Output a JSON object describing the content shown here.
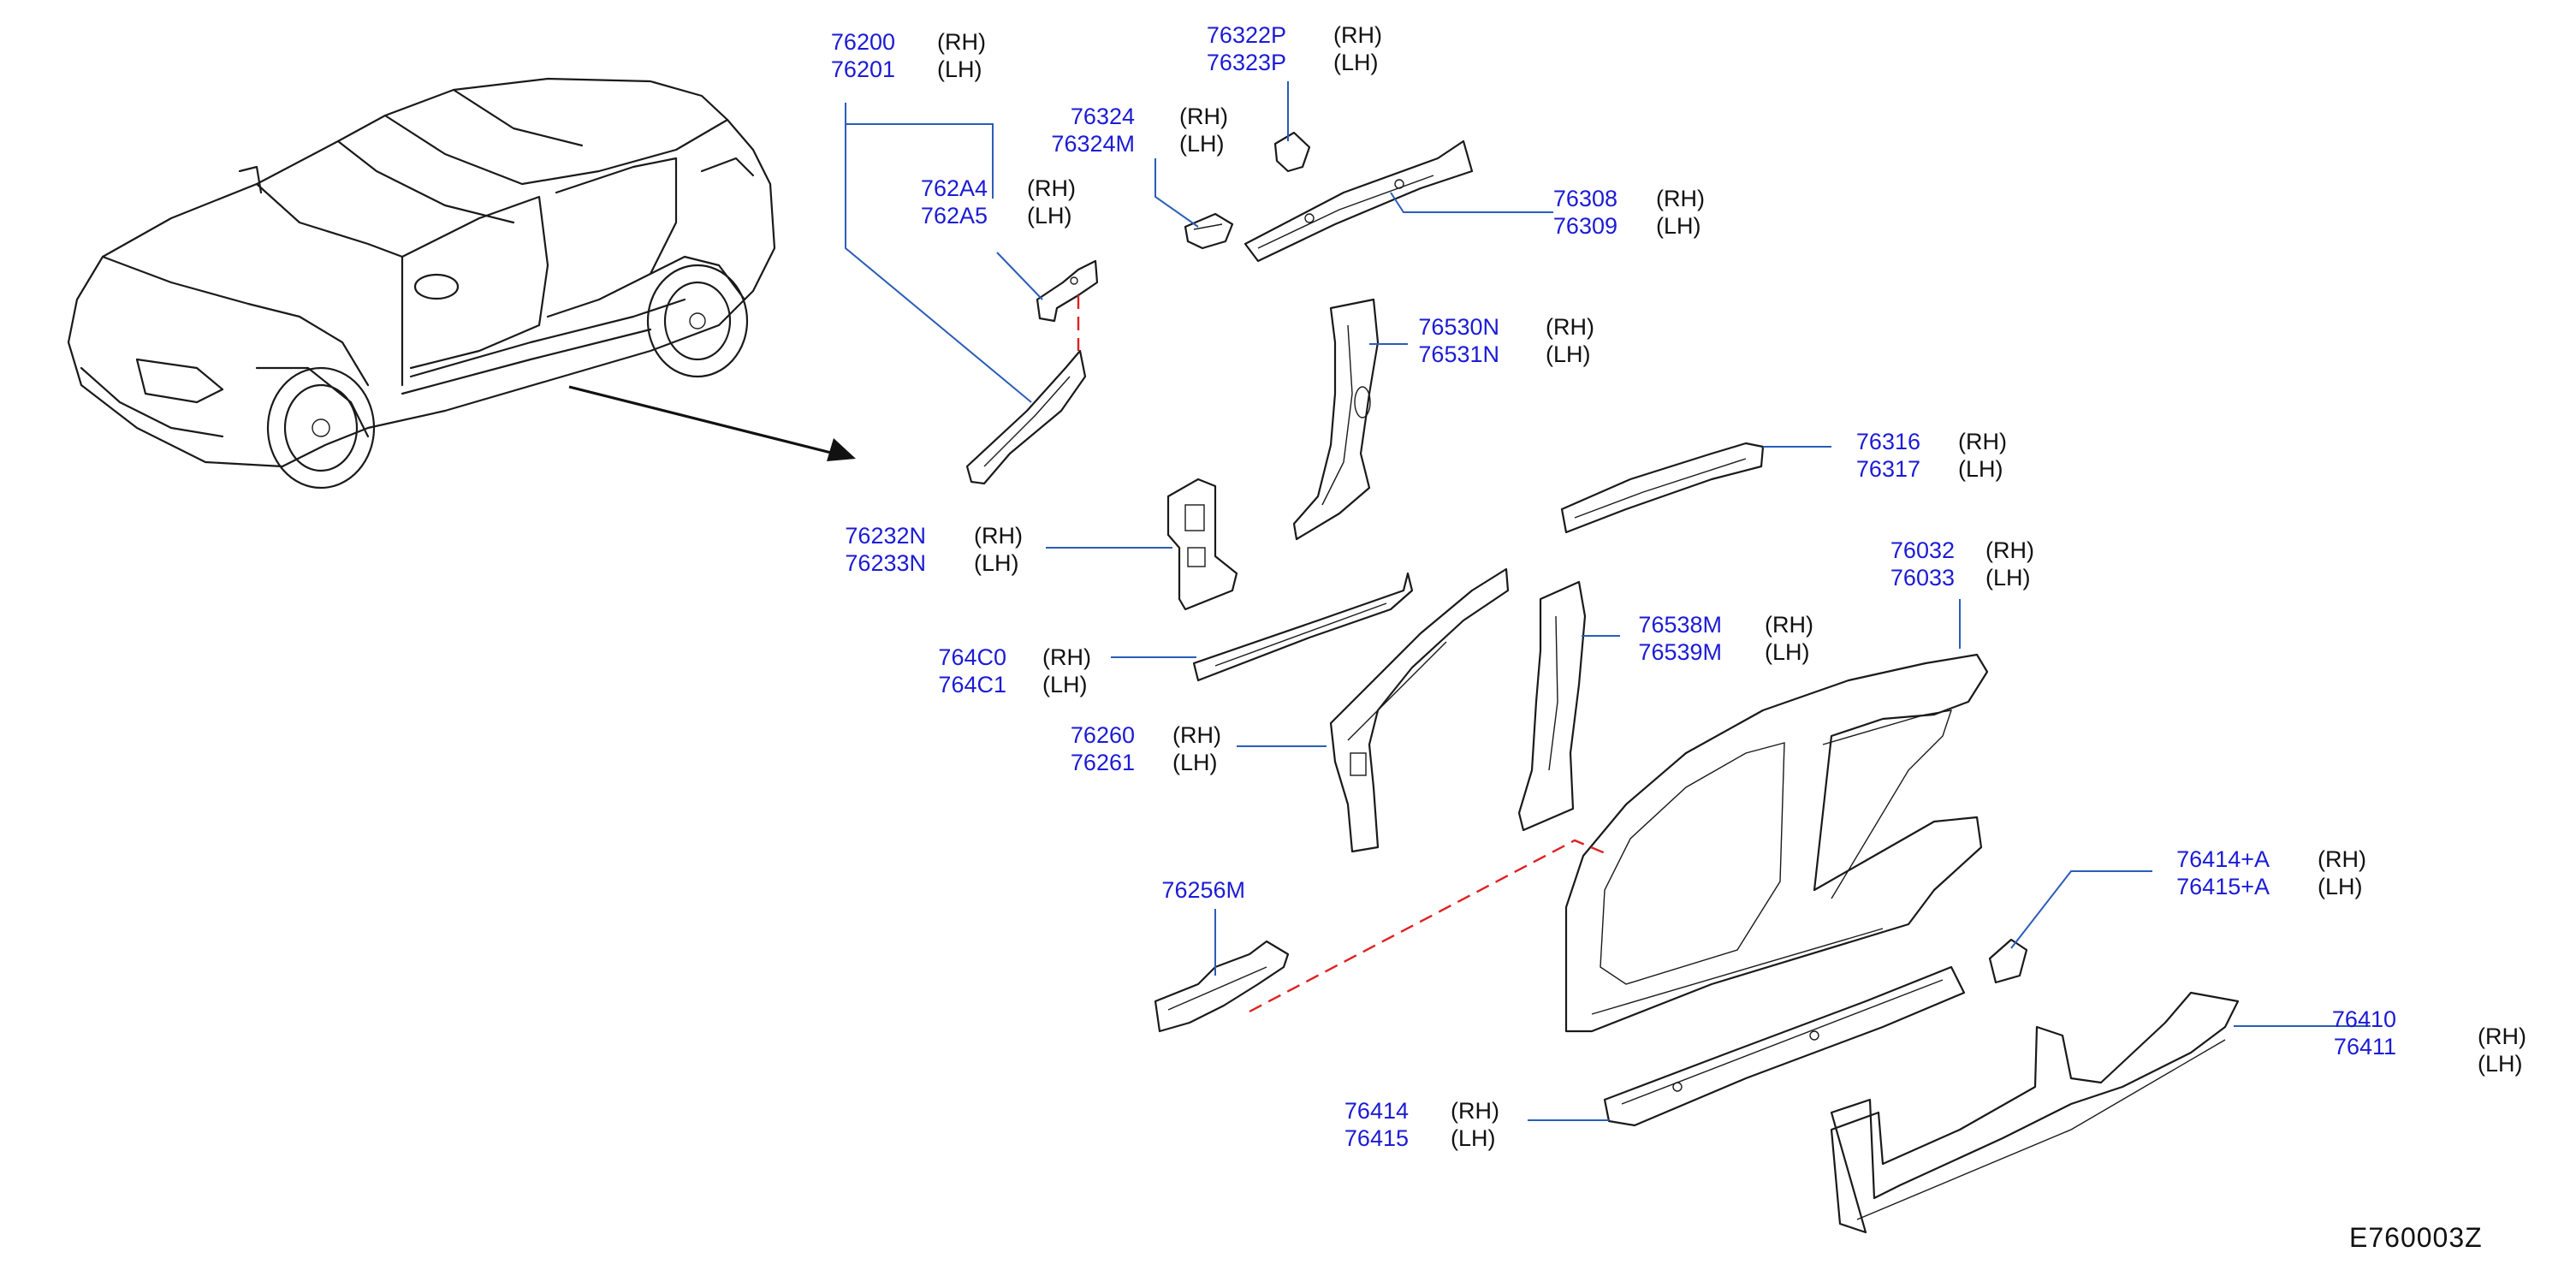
{
  "diagram_code": "E760003Z",
  "colors": {
    "part_number": "#1b1bd6",
    "leader": "#2a5db8",
    "guide": "#e02020",
    "outline": "#1a1a1a"
  },
  "callouts": [
    {
      "id": "roof-rail-pillar",
      "numbers": [
        "76200",
        "76201"
      ],
      "sides": [
        "(RH)",
        "(LH)"
      ]
    },
    {
      "id": "roof-bracket-small",
      "numbers": [
        "76322P",
        "76323P"
      ],
      "sides": [
        "(RH)",
        "(LH)"
      ]
    },
    {
      "id": "roof-bracket",
      "numbers": [
        "76324",
        "76324M"
      ],
      "sides": [
        "(RH)",
        "(LH)"
      ]
    },
    {
      "id": "front-pillar-bracket",
      "numbers": [
        "762A4",
        "762A5"
      ],
      "sides": [
        "(RH)",
        "(LH)"
      ]
    },
    {
      "id": "roof-rail-inner",
      "numbers": [
        "76308",
        "76309"
      ],
      "sides": [
        "(RH)",
        "(LH)"
      ]
    },
    {
      "id": "center-pillar-inner",
      "numbers": [
        "76530N",
        "76531N"
      ],
      "sides": [
        "(RH)",
        "(LH)"
      ]
    },
    {
      "id": "rear-roof-rail",
      "numbers": [
        "76316",
        "76317"
      ],
      "sides": [
        "(RH)",
        "(LH)"
      ]
    },
    {
      "id": "front-pillar-lower-reinf",
      "numbers": [
        "76232N",
        "76233N"
      ],
      "sides": [
        "(RH)",
        "(LH)"
      ]
    },
    {
      "id": "body-side-outer",
      "numbers": [
        "76032",
        "76033"
      ],
      "sides": [
        "(RH)",
        "(LH)"
      ]
    },
    {
      "id": "center-pillar-reinf",
      "numbers": [
        "76538M",
        "76539M"
      ],
      "sides": [
        "(RH)",
        "(LH)"
      ]
    },
    {
      "id": "sill-reinf",
      "numbers": [
        "764C0",
        "764C1"
      ],
      "sides": [
        "(RH)",
        "(LH)"
      ]
    },
    {
      "id": "front-pillar-inner",
      "numbers": [
        "76260",
        "76261"
      ],
      "sides": [
        "(RH)",
        "(LH)"
      ]
    },
    {
      "id": "sill-bracket-rear",
      "numbers": [
        "76414+A",
        "76415+A"
      ],
      "sides": [
        "(RH)",
        "(LH)"
      ]
    },
    {
      "id": "hinge-bracket",
      "numbers": [
        "76256M"
      ],
      "sides": []
    },
    {
      "id": "sill-outer",
      "numbers": [
        "76410",
        "76411"
      ],
      "sides": [
        "(RH)",
        "(LH)"
      ]
    },
    {
      "id": "sill-inner",
      "numbers": [
        "76414",
        "76415"
      ],
      "sides": [
        "(RH)",
        "(LH)"
      ]
    }
  ]
}
